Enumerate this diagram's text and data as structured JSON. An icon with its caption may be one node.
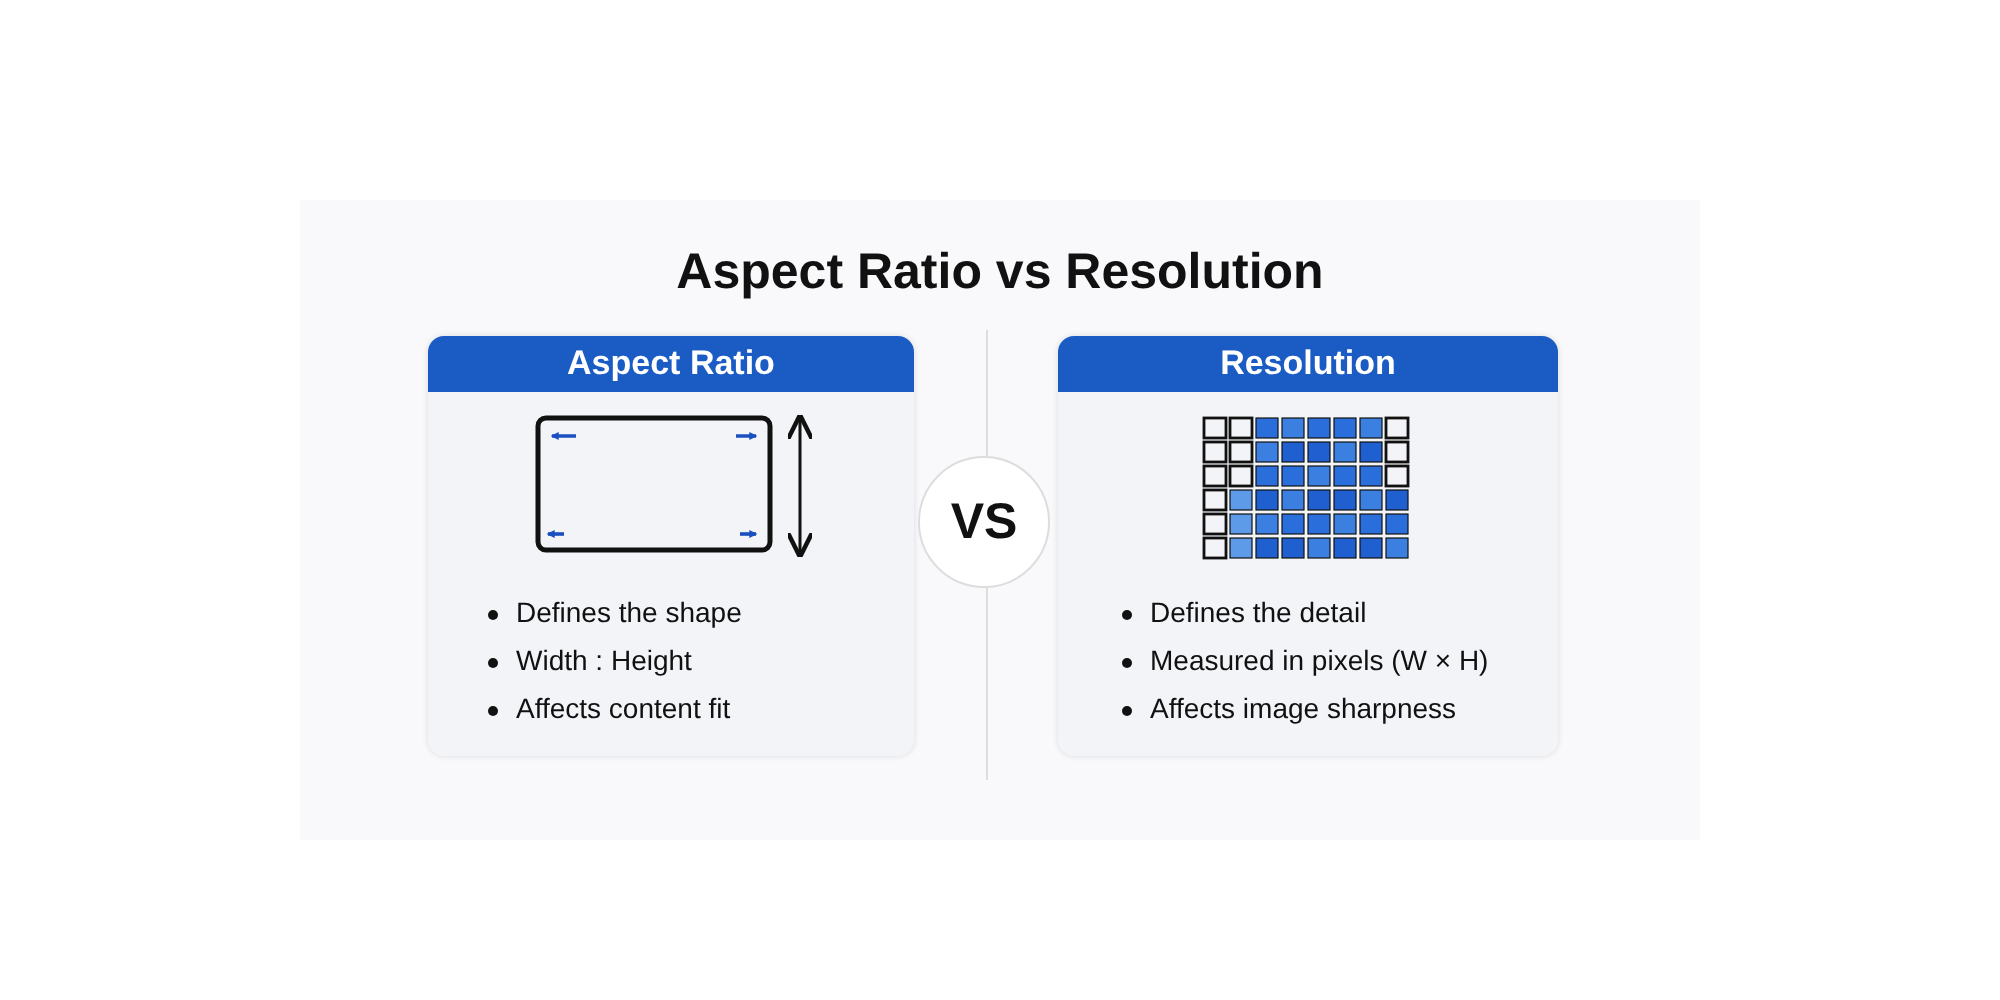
{
  "diagram": {
    "title": "Aspect Ratio vs Resolution",
    "nodes": [
      {
        "text": [
          "Aspect Ratio",
          "Defines the shape",
          "Width : Height",
          "Affects content fit"
        ]
      },
      {
        "text": [
          "VS"
        ]
      },
      {
        "text": [
          "Resolution",
          "Defines the detail",
          "Measured in pixels (W × H)",
          "Affects image sharpness"
        ]
      }
    ]
  }
}
